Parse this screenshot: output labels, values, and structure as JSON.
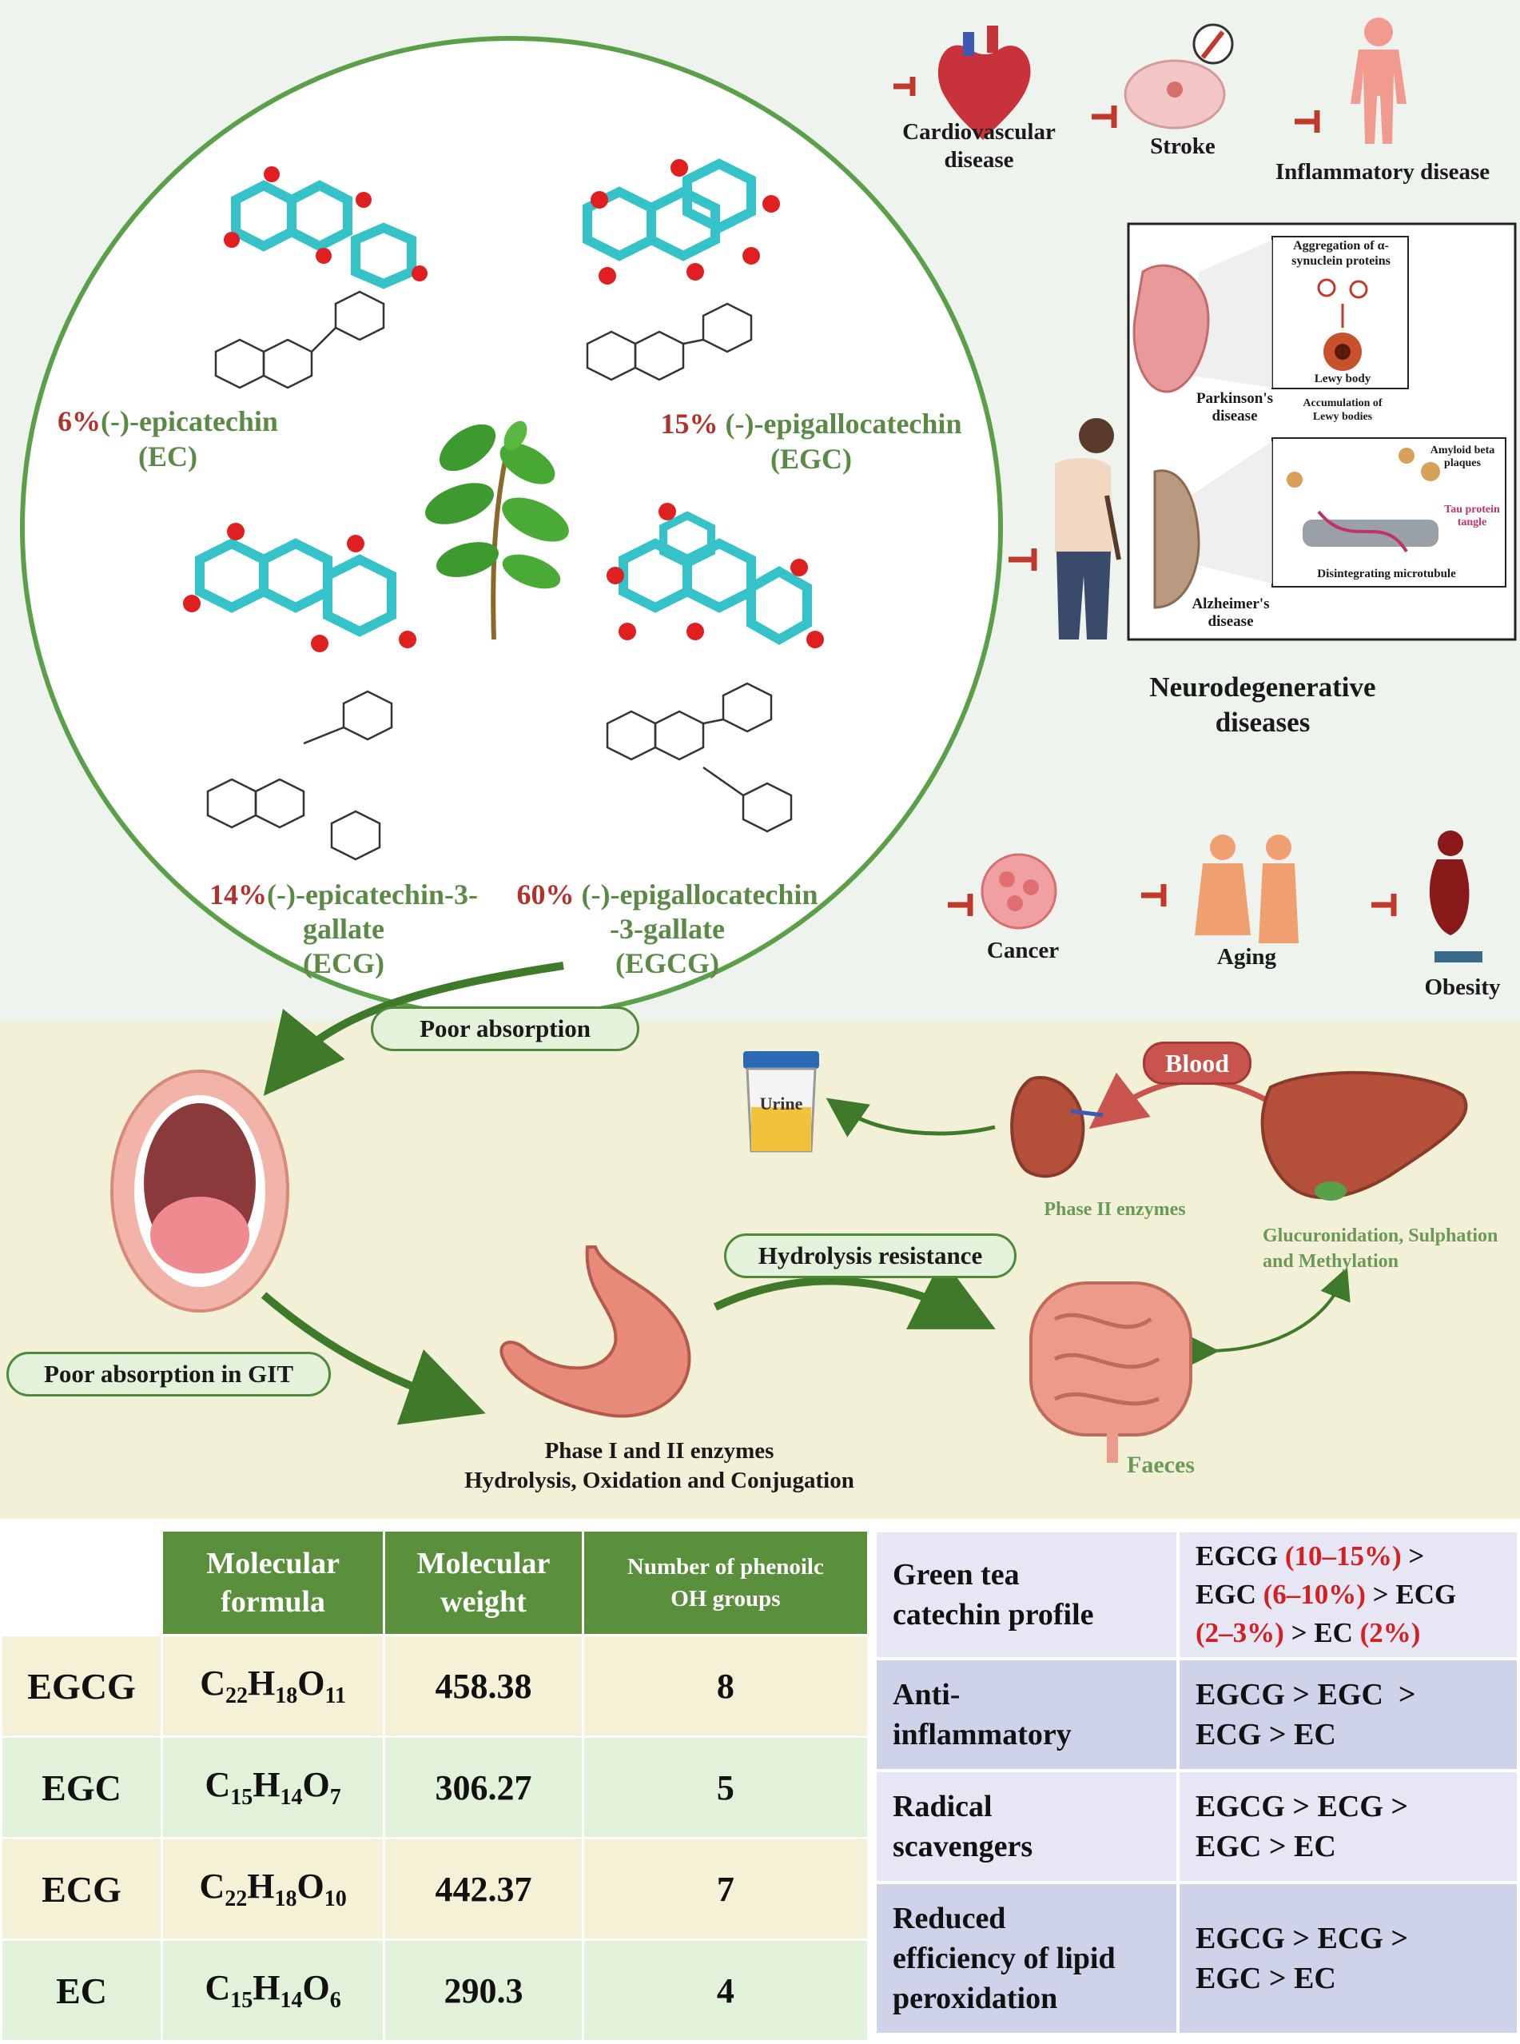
{
  "catechins": {
    "ec": {
      "pct": "6%",
      "name": "(-)-epicatechin",
      "abbr": "(EC)"
    },
    "egc": {
      "pct": "15%",
      "name": "(-)-epigallocatechin",
      "abbr": "(EGC)"
    },
    "ecg": {
      "pct": "14%",
      "name_line1": "(-)-epicatechin-3-",
      "name_line2": "gallate",
      "abbr": "(ECG)"
    },
    "egcg": {
      "pct": "60%",
      "name_line1": "(-)-epigallocatechin",
      "name_line2": "-3-gallate",
      "abbr": "(EGCG)"
    }
  },
  "diseases": {
    "cardio_line1": "Cardiovascular",
    "cardio_line2": "disease",
    "stroke": "Stroke",
    "inflammatory": "Inflammatory disease",
    "neuro_line1": "Neurodegenerative",
    "neuro_line2": "diseases",
    "cancer": "Cancer",
    "aging": "Aging",
    "obesity": "Obesity"
  },
  "neuro_panel": {
    "aggregation_line1": "Aggregation of α-",
    "aggregation_line2": "synuclein proteins",
    "lewy_body": "Lewy body",
    "accumulation_line1": "Accumulation of",
    "accumulation_line2": "Lewy bodies",
    "parkinsons_line1": "Parkinson's",
    "parkinsons_line2": "disease",
    "amyloid_line1": "Amyloid beta",
    "amyloid_line2": "plaques",
    "tau_line1": "Tau protein",
    "tau_line2": "tangle",
    "microtubule": "Disintegrating microtubule",
    "alzheimers_line1": "Alzheimer's",
    "alzheimers_line2": "disease"
  },
  "metabolism": {
    "poor_absorption": "Poor absorption",
    "poor_absorption_git": "Poor absorption in GIT",
    "hydrolysis_resistance": "Hydrolysis resistance",
    "blood": "Blood",
    "urine": "Urine",
    "phase2": "Phase II enzymes",
    "gluc_line1": "Glucuronidation, Sulphation",
    "gluc_line2": "and Methylation",
    "faeces": "Faeces",
    "phase12_line1": "Phase I and II enzymes",
    "phase12_line2": "Hydrolysis, Oxidation and Conjugation"
  },
  "property_table": {
    "headers": {
      "formula_line1": "Molecular",
      "formula_line2": "formula",
      "weight_line1": "Molecular",
      "weight_line2": "weight",
      "oh_line1": "Number of phenoilc",
      "oh_line2": "OH groups"
    },
    "rows": [
      {
        "name": "EGCG",
        "formula": [
          [
            "C",
            "22"
          ],
          [
            "H",
            "18"
          ],
          [
            "O",
            "11"
          ]
        ],
        "weight": "458.38",
        "oh": "8"
      },
      {
        "name": "EGC",
        "formula": [
          [
            "C",
            "15"
          ],
          [
            "H",
            "14"
          ],
          [
            "O",
            "7"
          ]
        ],
        "weight": "306.27",
        "oh": "5"
      },
      {
        "name": "ECG",
        "formula": [
          [
            "C",
            "22"
          ],
          [
            "H",
            "18"
          ],
          [
            "O",
            "10"
          ]
        ],
        "weight": "442.37",
        "oh": "7"
      },
      {
        "name": "EC",
        "formula": [
          [
            "C",
            "15"
          ],
          [
            "H",
            "14"
          ],
          [
            "O",
            "6"
          ]
        ],
        "weight": "290.3",
        "oh": "4"
      }
    ]
  },
  "activity_table": {
    "profile_label_line1": "Green tea",
    "profile_label_line2": "catechin profile",
    "profile": {
      "p1": "EGCG ",
      "r1": "(10–15%)",
      "p2": " >",
      "p3": "EGC ",
      "r2": "(6–10%)",
      "p4": " > ECG",
      "r3": "(2–3%)",
      "p5": " > EC ",
      "r4": "(2%)"
    },
    "anti_label_line1": "Anti-",
    "anti_label_line2": "inflammatory",
    "anti_line1": "EGCG > EGC  >",
    "anti_line2": "ECG > EC",
    "radical_label_line1": "Radical",
    "radical_label_line2": "scavengers",
    "radical_line1": "EGCG > ECG >",
    "radical_line2": "EGC > EC",
    "lipid_label_line1": "Reduced",
    "lipid_label_line2": "efficiency of lipid",
    "lipid_label_line3": "peroxidation",
    "lipid_line1": "EGCG > ECG >",
    "lipid_line2": "EGC > EC"
  },
  "colors": {
    "green_border": "#5aa048",
    "inhibit_red": "#c0392b",
    "header_green": "#5a8f3c"
  }
}
